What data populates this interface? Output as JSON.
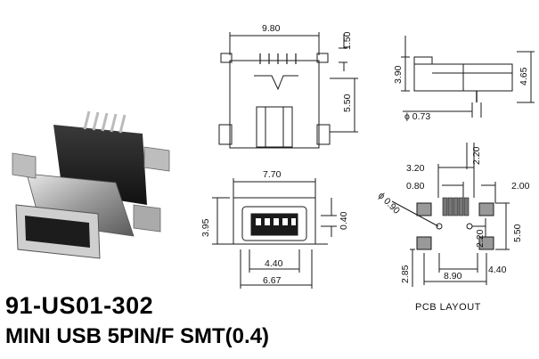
{
  "product": {
    "part_number": "91-US01-302",
    "description": "MINI USB 5PIN/F SMT(0.4)"
  },
  "views": {
    "top": {
      "width": "9.80",
      "tab": "1.50",
      "height": "5.50"
    },
    "side": {
      "height": "3.90",
      "overall": "4.65",
      "pin_dia": "ϕ 0.73"
    },
    "front": {
      "width": "7.70",
      "height": "3.95",
      "offset": "0.40",
      "inner": "4.40",
      "outer": "6.67"
    },
    "pcb": {
      "label": "PCB LAYOUT",
      "pad_span": "3.20",
      "pitch": "0.80",
      "pad_gap": "2.20",
      "pad_width": "2.00",
      "hole": "ϕ 0.90",
      "row_height": "5.50",
      "row_gap": "2.20",
      "offset_y": "2.85",
      "width": "8.90",
      "inner_width": "4.40"
    }
  },
  "colors": {
    "line": "#1a1a1a",
    "fill": "#ffffff",
    "hatch": "#444444"
  }
}
